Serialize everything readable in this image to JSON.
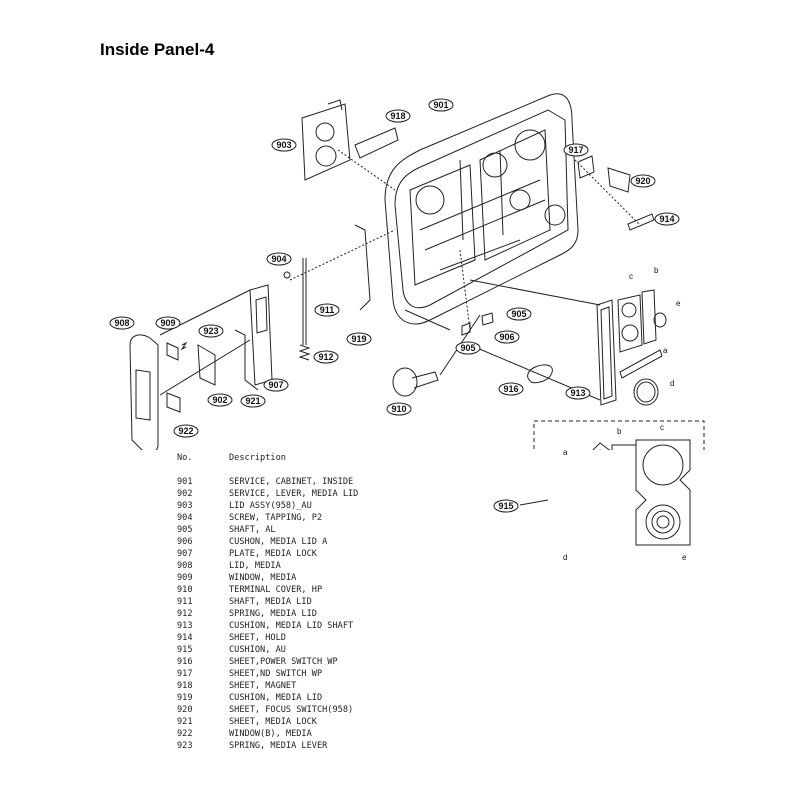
{
  "title": "Inside Panel-4",
  "table": {
    "col_no": "No.",
    "col_desc": "Description",
    "rows": [
      {
        "no": "901",
        "desc": "SERVICE, CABINET, INSIDE"
      },
      {
        "no": "902",
        "desc": "SERVICE, LEVER, MEDIA LID"
      },
      {
        "no": "903",
        "desc": "LID ASSY(958)_AU"
      },
      {
        "no": "904",
        "desc": "SCREW, TAPPING, P2"
      },
      {
        "no": "905",
        "desc": "SHAFT, AL"
      },
      {
        "no": "906",
        "desc": "CUSHON, MEDIA LID A"
      },
      {
        "no": "907",
        "desc": "PLATE, MEDIA LOCK"
      },
      {
        "no": "908",
        "desc": "LID, MEDIA"
      },
      {
        "no": "909",
        "desc": "WINDOW, MEDIA"
      },
      {
        "no": "910",
        "desc": "TERMINAL COVER, HP"
      },
      {
        "no": "911",
        "desc": "SHAFT, MEDIA LID"
      },
      {
        "no": "912",
        "desc": "SPRING, MEDIA LID"
      },
      {
        "no": "913",
        "desc": "CUSHION, MEDIA LID SHAFT"
      },
      {
        "no": "914",
        "desc": "SHEET, HOLD"
      },
      {
        "no": "915",
        "desc": "CUSHION, AU"
      },
      {
        "no": "916",
        "desc": "SHEET,POWER SWITCH WP"
      },
      {
        "no": "917",
        "desc": "SHEET,ND SWITCH WP"
      },
      {
        "no": "918",
        "desc": "SHEET, MAGNET"
      },
      {
        "no": "919",
        "desc": "CUSHION, MEDIA LID"
      },
      {
        "no": "920",
        "desc": "SHEET, FOCUS SWITCH(958)"
      },
      {
        "no": "921",
        "desc": "SHEET, MEDIA LOCK"
      },
      {
        "no": "922",
        "desc": "WINDOW(B), MEDIA"
      },
      {
        "no": "923",
        "desc": "SPRING, MEDIA LEVER"
      }
    ]
  },
  "callouts": {
    "c901": "901",
    "c902": "902",
    "c903": "903",
    "c904": "904",
    "c905a": "905",
    "c905b": "905",
    "c906": "906",
    "c907": "907",
    "c908": "908",
    "c909": "909",
    "c910": "910",
    "c911": "911",
    "c912": "912",
    "c913": "913",
    "c914": "914",
    "c915": "915",
    "c916": "916",
    "c917": "917",
    "c918": "918",
    "c919": "919",
    "c920": "920",
    "c921": "921",
    "c922": "922",
    "c923": "923"
  },
  "letters": {
    "a": "a",
    "b": "b",
    "c": "c",
    "d": "d",
    "e": "e"
  }
}
